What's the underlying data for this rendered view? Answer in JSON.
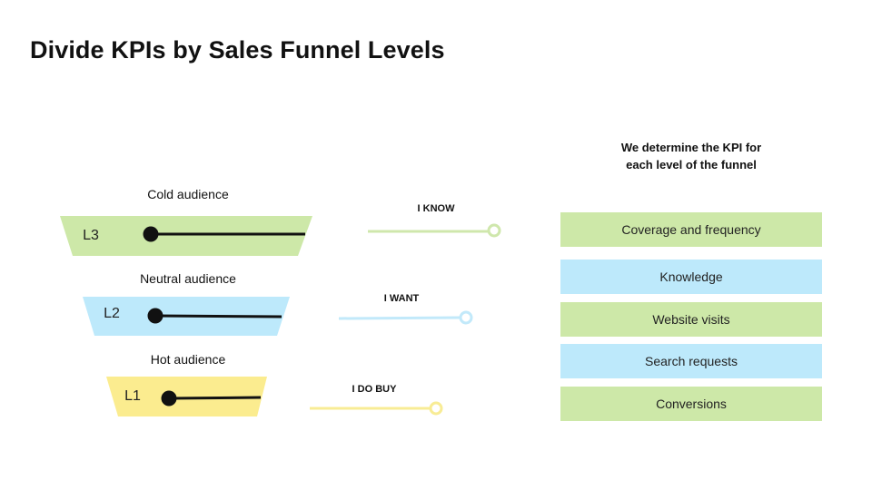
{
  "title": "Divide KPIs by Sales Funnel Levels",
  "colors": {
    "green": "#cde8a8",
    "blue": "#bde9fb",
    "yellow": "#fbec8f",
    "green_line": "#cfe7ac",
    "blue_line": "#c2e9fa",
    "yellow_line": "#f8ec95"
  },
  "levels": [
    {
      "code": "L3",
      "audience": "Cold audience",
      "stage": "I KNOW"
    },
    {
      "code": "L2",
      "audience": "Neutral audience",
      "stage": "I WANT"
    },
    {
      "code": "L1",
      "audience": "Hot audience",
      "stage": "I DO BUY"
    }
  ],
  "kpi": {
    "heading_line1": "We determine the KPI for",
    "heading_line2": "each level of the funnel",
    "items": [
      {
        "label": "Coverage and frequency",
        "color": "green"
      },
      {
        "label": "Knowledge",
        "color": "blue"
      },
      {
        "label": "Website visits",
        "color": "green"
      },
      {
        "label": "Search requests",
        "color": "blue"
      },
      {
        "label": "Conversions",
        "color": "green"
      }
    ]
  }
}
